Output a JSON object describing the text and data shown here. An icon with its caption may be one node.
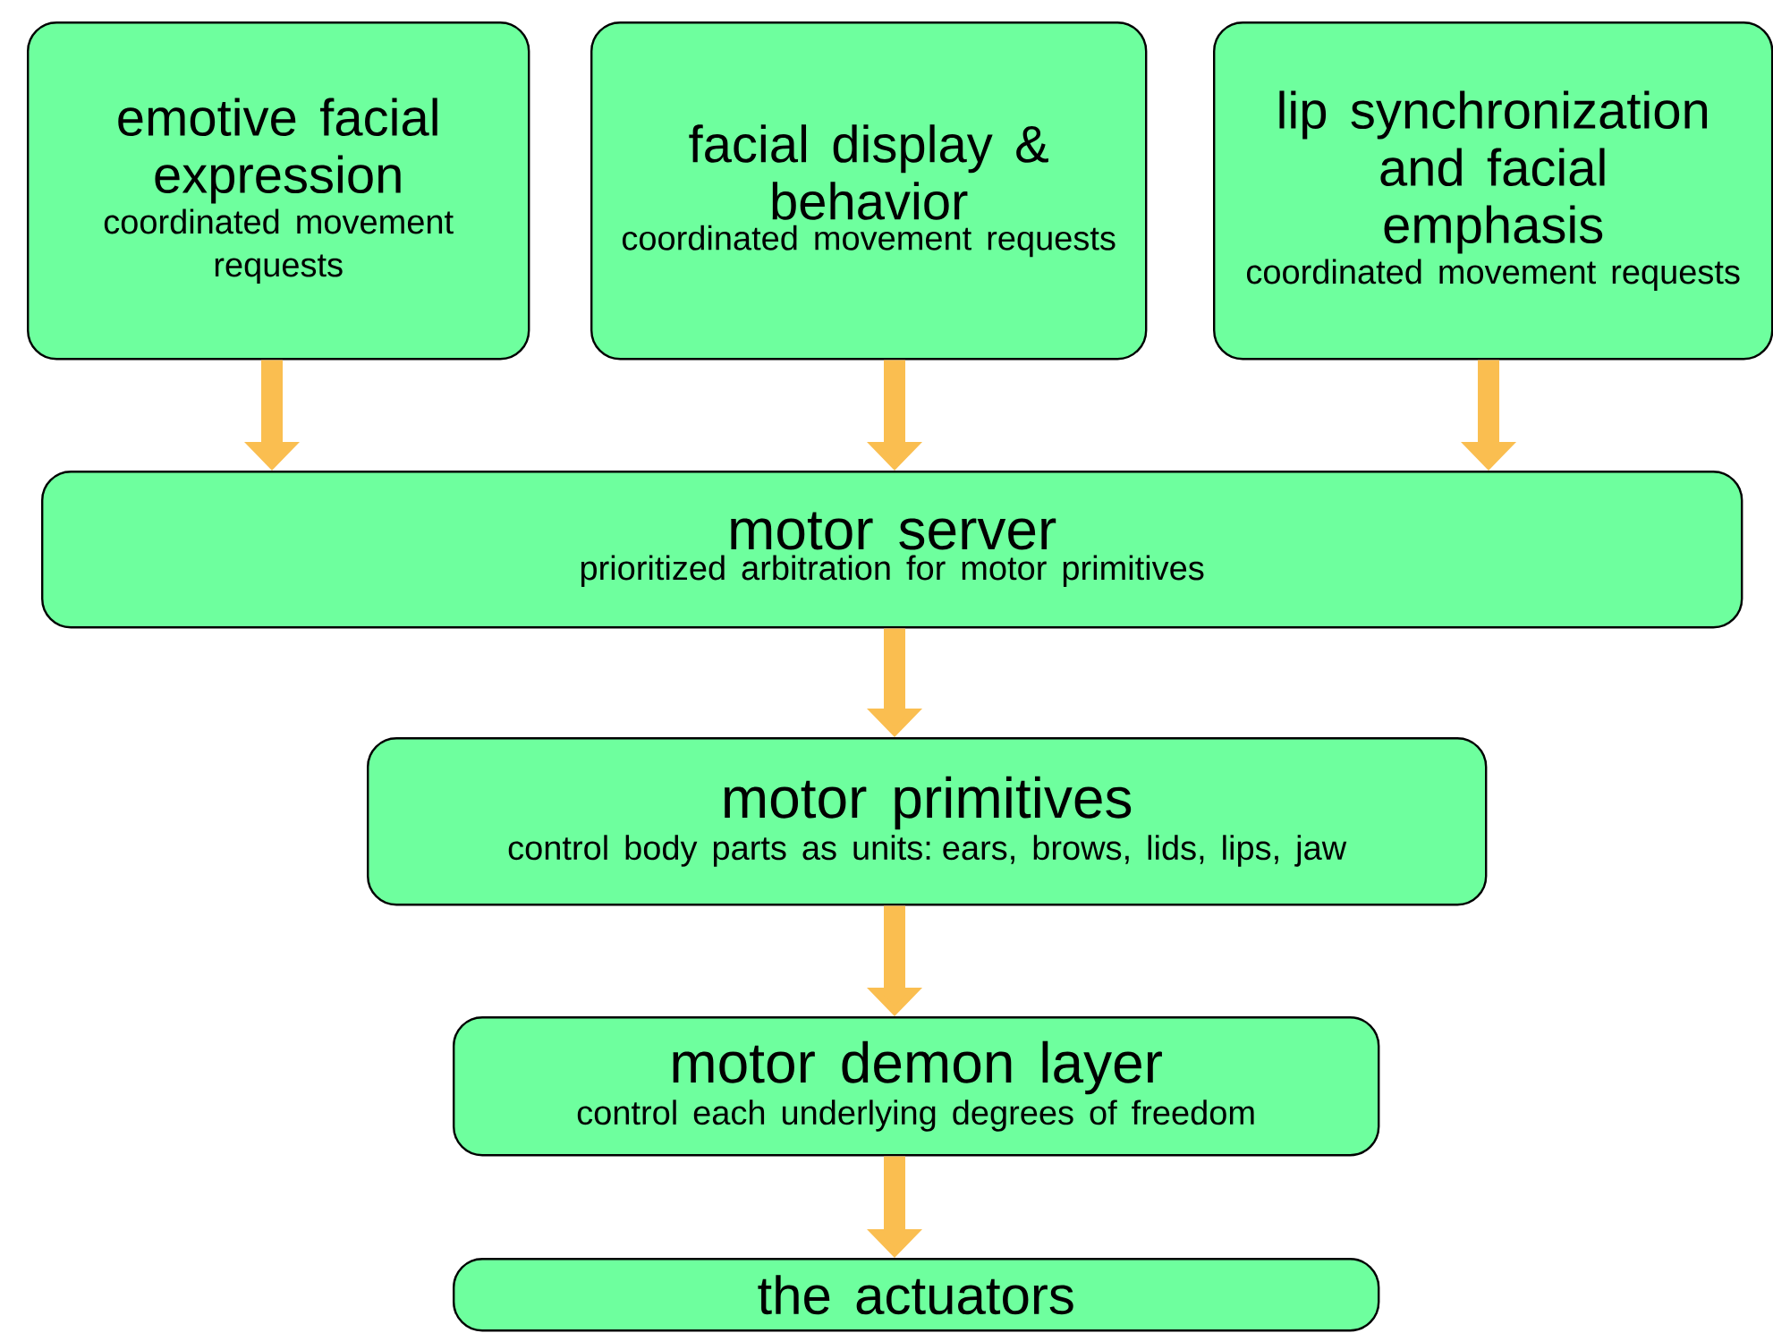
{
  "diagram": {
    "nodes": [
      {
        "text": [
          "emotive facial expression",
          "coordinated movement requests"
        ]
      },
      {
        "text": [
          "facial display & behavior",
          "coordinated movement requests"
        ]
      },
      {
        "text": [
          "lip synchronization and facial emphasis",
          "coordinated movement requests"
        ]
      },
      {
        "text": [
          "motor server",
          "prioritized arbitration for motor primitives"
        ]
      },
      {
        "text": [
          "motor primitives",
          "control body parts as units: ears, brows, lids, lips, jaw"
        ]
      },
      {
        "text": [
          "motor demon layer",
          "control each underlying degrees of freedom"
        ]
      },
      {
        "text": [
          "the actuators"
        ]
      }
    ],
    "edges": [
      {
        "from": 0,
        "to": 3,
        "arrow": "to"
      },
      {
        "from": 1,
        "to": 3,
        "arrow": "to"
      },
      {
        "from": 2,
        "to": 3,
        "arrow": "to"
      },
      {
        "from": 3,
        "to": 4,
        "arrow": "to"
      },
      {
        "from": 4,
        "to": 5,
        "arrow": "to"
      },
      {
        "from": 5,
        "to": 6,
        "arrow": "to"
      }
    ]
  }
}
